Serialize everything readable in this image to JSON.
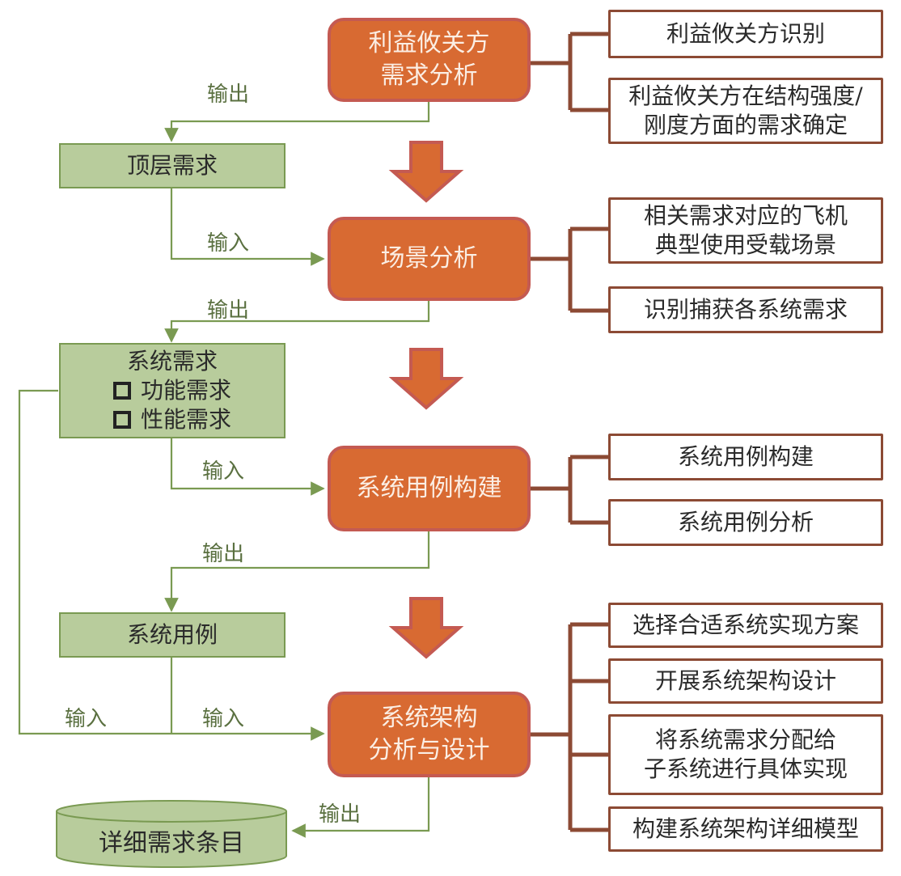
{
  "colors": {
    "process_fill": "#d86a32",
    "process_border": "#c45a52",
    "detail_border": "#8c4a34",
    "artifact_fill": "#b8cc9c",
    "artifact_border": "#7a9a52",
    "flow_line": "#7a9a52"
  },
  "processes": [
    {
      "lines": [
        "利益攸关方",
        "需求分析"
      ]
    },
    {
      "lines": [
        "场景分析"
      ]
    },
    {
      "lines": [
        "系统用例构建"
      ]
    },
    {
      "lines": [
        "系统架构",
        "分析与设计"
      ]
    }
  ],
  "details": [
    {
      "items": [
        {
          "lines": [
            "利益攸关方识别"
          ]
        },
        {
          "lines": [
            "利益攸关方在结构强度/",
            "刚度方面的需求确定"
          ]
        }
      ]
    },
    {
      "items": [
        {
          "lines": [
            "相关需求对应的飞机",
            "典型使用受载场景"
          ]
        },
        {
          "lines": [
            "识别捕获各系统需求"
          ]
        }
      ]
    },
    {
      "items": [
        {
          "lines": [
            "系统用例构建"
          ]
        },
        {
          "lines": [
            "系统用例分析"
          ]
        }
      ]
    },
    {
      "items": [
        {
          "lines": [
            "选择合适系统实现方案"
          ]
        },
        {
          "lines": [
            "开展系统架构设计"
          ]
        },
        {
          "lines": [
            "将系统需求分配给",
            "子系统进行具体实现"
          ]
        },
        {
          "lines": [
            "构建系统架构详细模型"
          ]
        }
      ]
    }
  ],
  "artifacts": {
    "top_requirements": "顶层需求",
    "system_requirements": {
      "title": "系统需求",
      "bullets": [
        "功能需求",
        "性能需求"
      ]
    },
    "system_use_cases": "系统用例",
    "detailed_requirements": "详细需求条目"
  },
  "flow_labels": {
    "output": "输出",
    "input": "输入"
  }
}
